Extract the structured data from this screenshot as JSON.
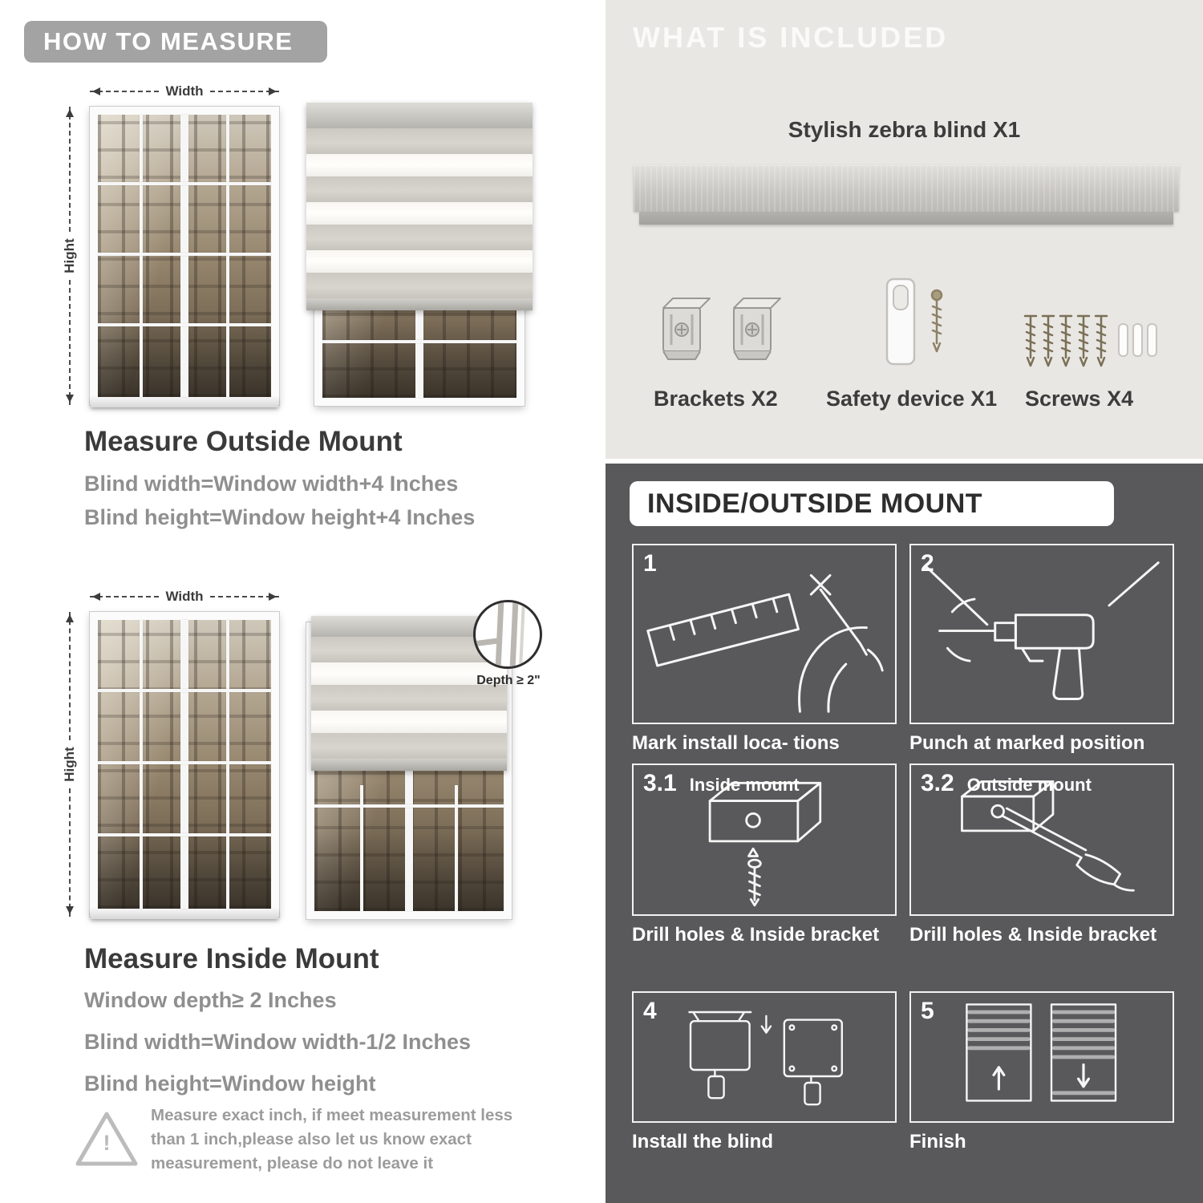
{
  "how_to_measure": {
    "title": "HOW TO MEASURE",
    "labels": {
      "width": "Width",
      "height": "Hight",
      "depth": "Depth ≥ 2\""
    },
    "outside": {
      "heading": "Measure Outside Mount",
      "lines": [
        "Blind width=Window width+4 Inches",
        "Blind height=Window height+4 Inches"
      ]
    },
    "inside": {
      "heading": "Measure Inside Mount",
      "lines": [
        "Window depth≥ 2 Inches",
        "Blind width=Window width-1/2 Inches",
        "Blind height=Window height"
      ]
    },
    "warning": {
      "mark": "!",
      "text": "Measure exact inch, if meet measurement less than 1 inch,please also let us know exact measurement, please do not leave it"
    }
  },
  "included": {
    "title": "WHAT IS INCLUDED",
    "blind_label": "Stylish zebra blind X1",
    "items": [
      {
        "label": "Brackets X2"
      },
      {
        "label": "Safety device X1"
      },
      {
        "label": "Screws X4"
      }
    ]
  },
  "mount": {
    "title": "INSIDE/OUTSIDE MOUNT",
    "steps": [
      {
        "num": "1",
        "sub": "",
        "caption": "Mark install loca- tions"
      },
      {
        "num": "2",
        "sub": "",
        "caption": "Punch at  marked position"
      },
      {
        "num": "3.1",
        "sub": "Inside mount",
        "caption": "Drill holes &  Inside bracket"
      },
      {
        "num": "3.2",
        "sub": "Outside mount",
        "caption": "Drill holes &  Inside bracket"
      },
      {
        "num": "4",
        "sub": "",
        "caption": "Install the blind"
      },
      {
        "num": "5",
        "sub": "",
        "caption": "Finish"
      }
    ]
  },
  "colors": {
    "banner_gray": "#a3a3a3",
    "light_section_bg": "#e9e7e4",
    "dark_section_bg": "#59595b",
    "heading_text": "#3a3a3a",
    "muted_text": "#8f8f8f"
  }
}
